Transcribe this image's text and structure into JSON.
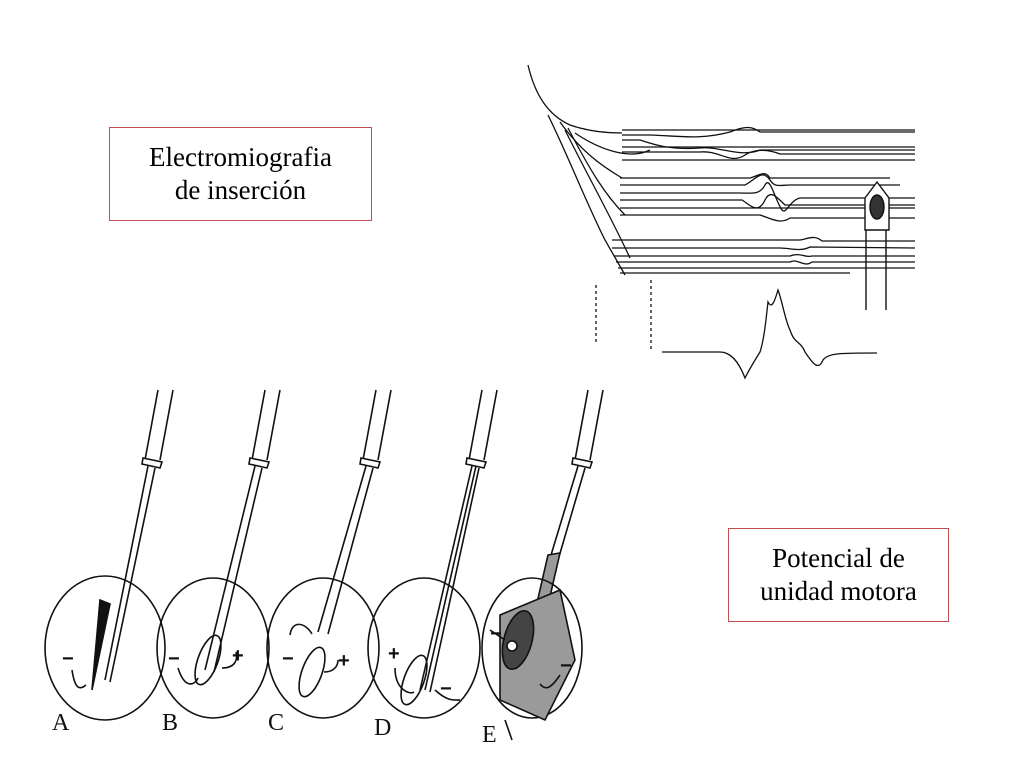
{
  "labels": {
    "emg_line1": "Electromiografia",
    "emg_line2": "de inserción",
    "mup_line1": "Potencial de",
    "mup_line2": "unidad motora"
  },
  "panels": [
    {
      "letter": "A",
      "signs": [
        "−"
      ]
    },
    {
      "letter": "B",
      "signs": [
        "−",
        "+"
      ]
    },
    {
      "letter": "C",
      "signs": [
        "−",
        "+"
      ]
    },
    {
      "letter": "D",
      "signs": [
        "+",
        "−"
      ]
    },
    {
      "letter": "E",
      "signs": [
        "−",
        "−"
      ]
    }
  ],
  "colors": {
    "box_border": "#c0504d",
    "ink": "#111111",
    "gray_fill": "#9a9a9a"
  }
}
